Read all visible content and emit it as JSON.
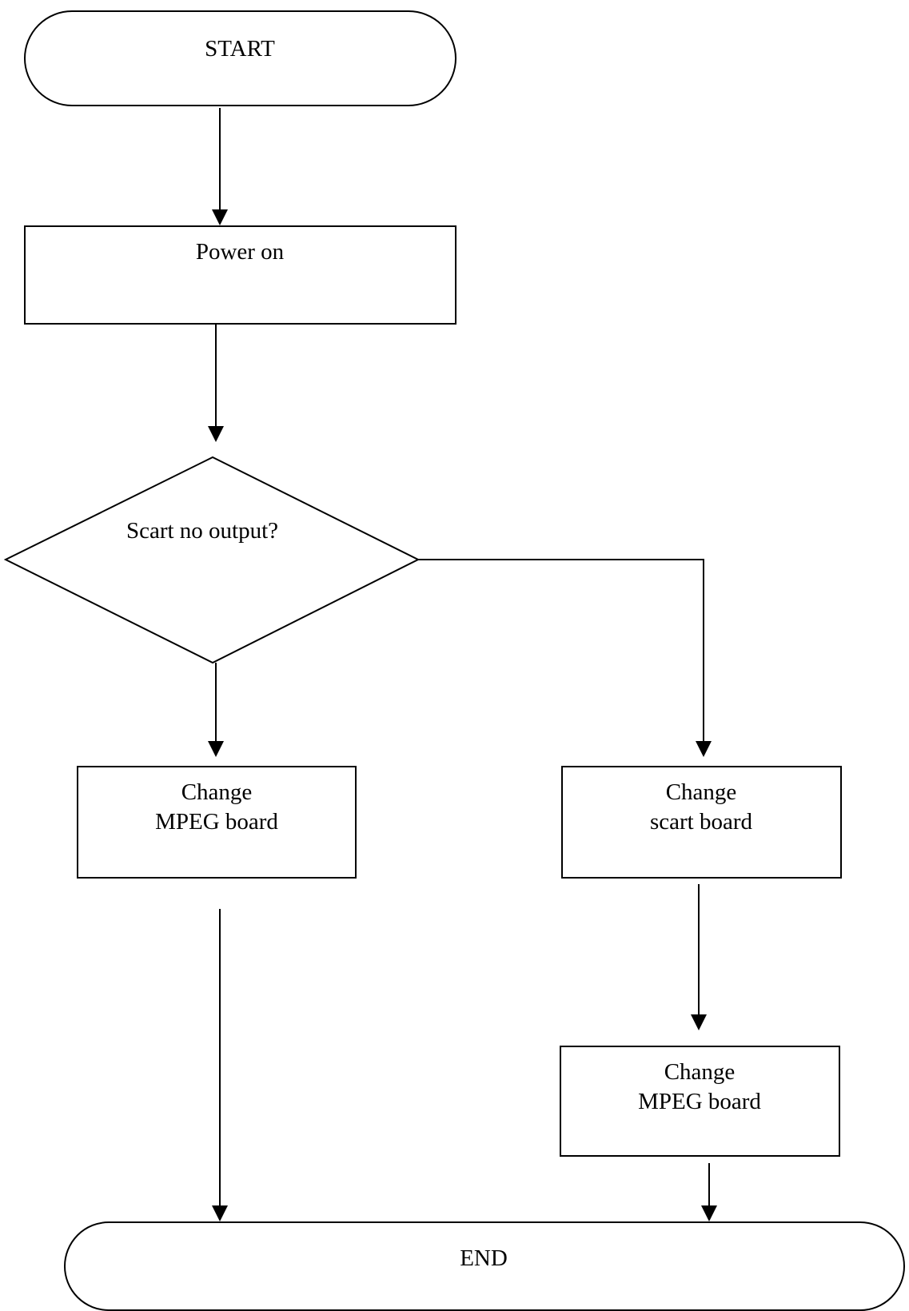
{
  "nodes": {
    "start": {
      "label": "START"
    },
    "power_on": {
      "label": "Power on"
    },
    "decision": {
      "label": "Scart no output?"
    },
    "change_mpeg_left": {
      "lines": [
        "Change",
        "MPEG board"
      ]
    },
    "change_scart": {
      "lines": [
        "Change",
        "scart board"
      ]
    },
    "change_mpeg_right": {
      "lines": [
        "Change",
        "MPEG board"
      ]
    },
    "end": {
      "label": "END"
    }
  },
  "colors": {
    "stroke": "#000000",
    "background": "#ffffff"
  }
}
